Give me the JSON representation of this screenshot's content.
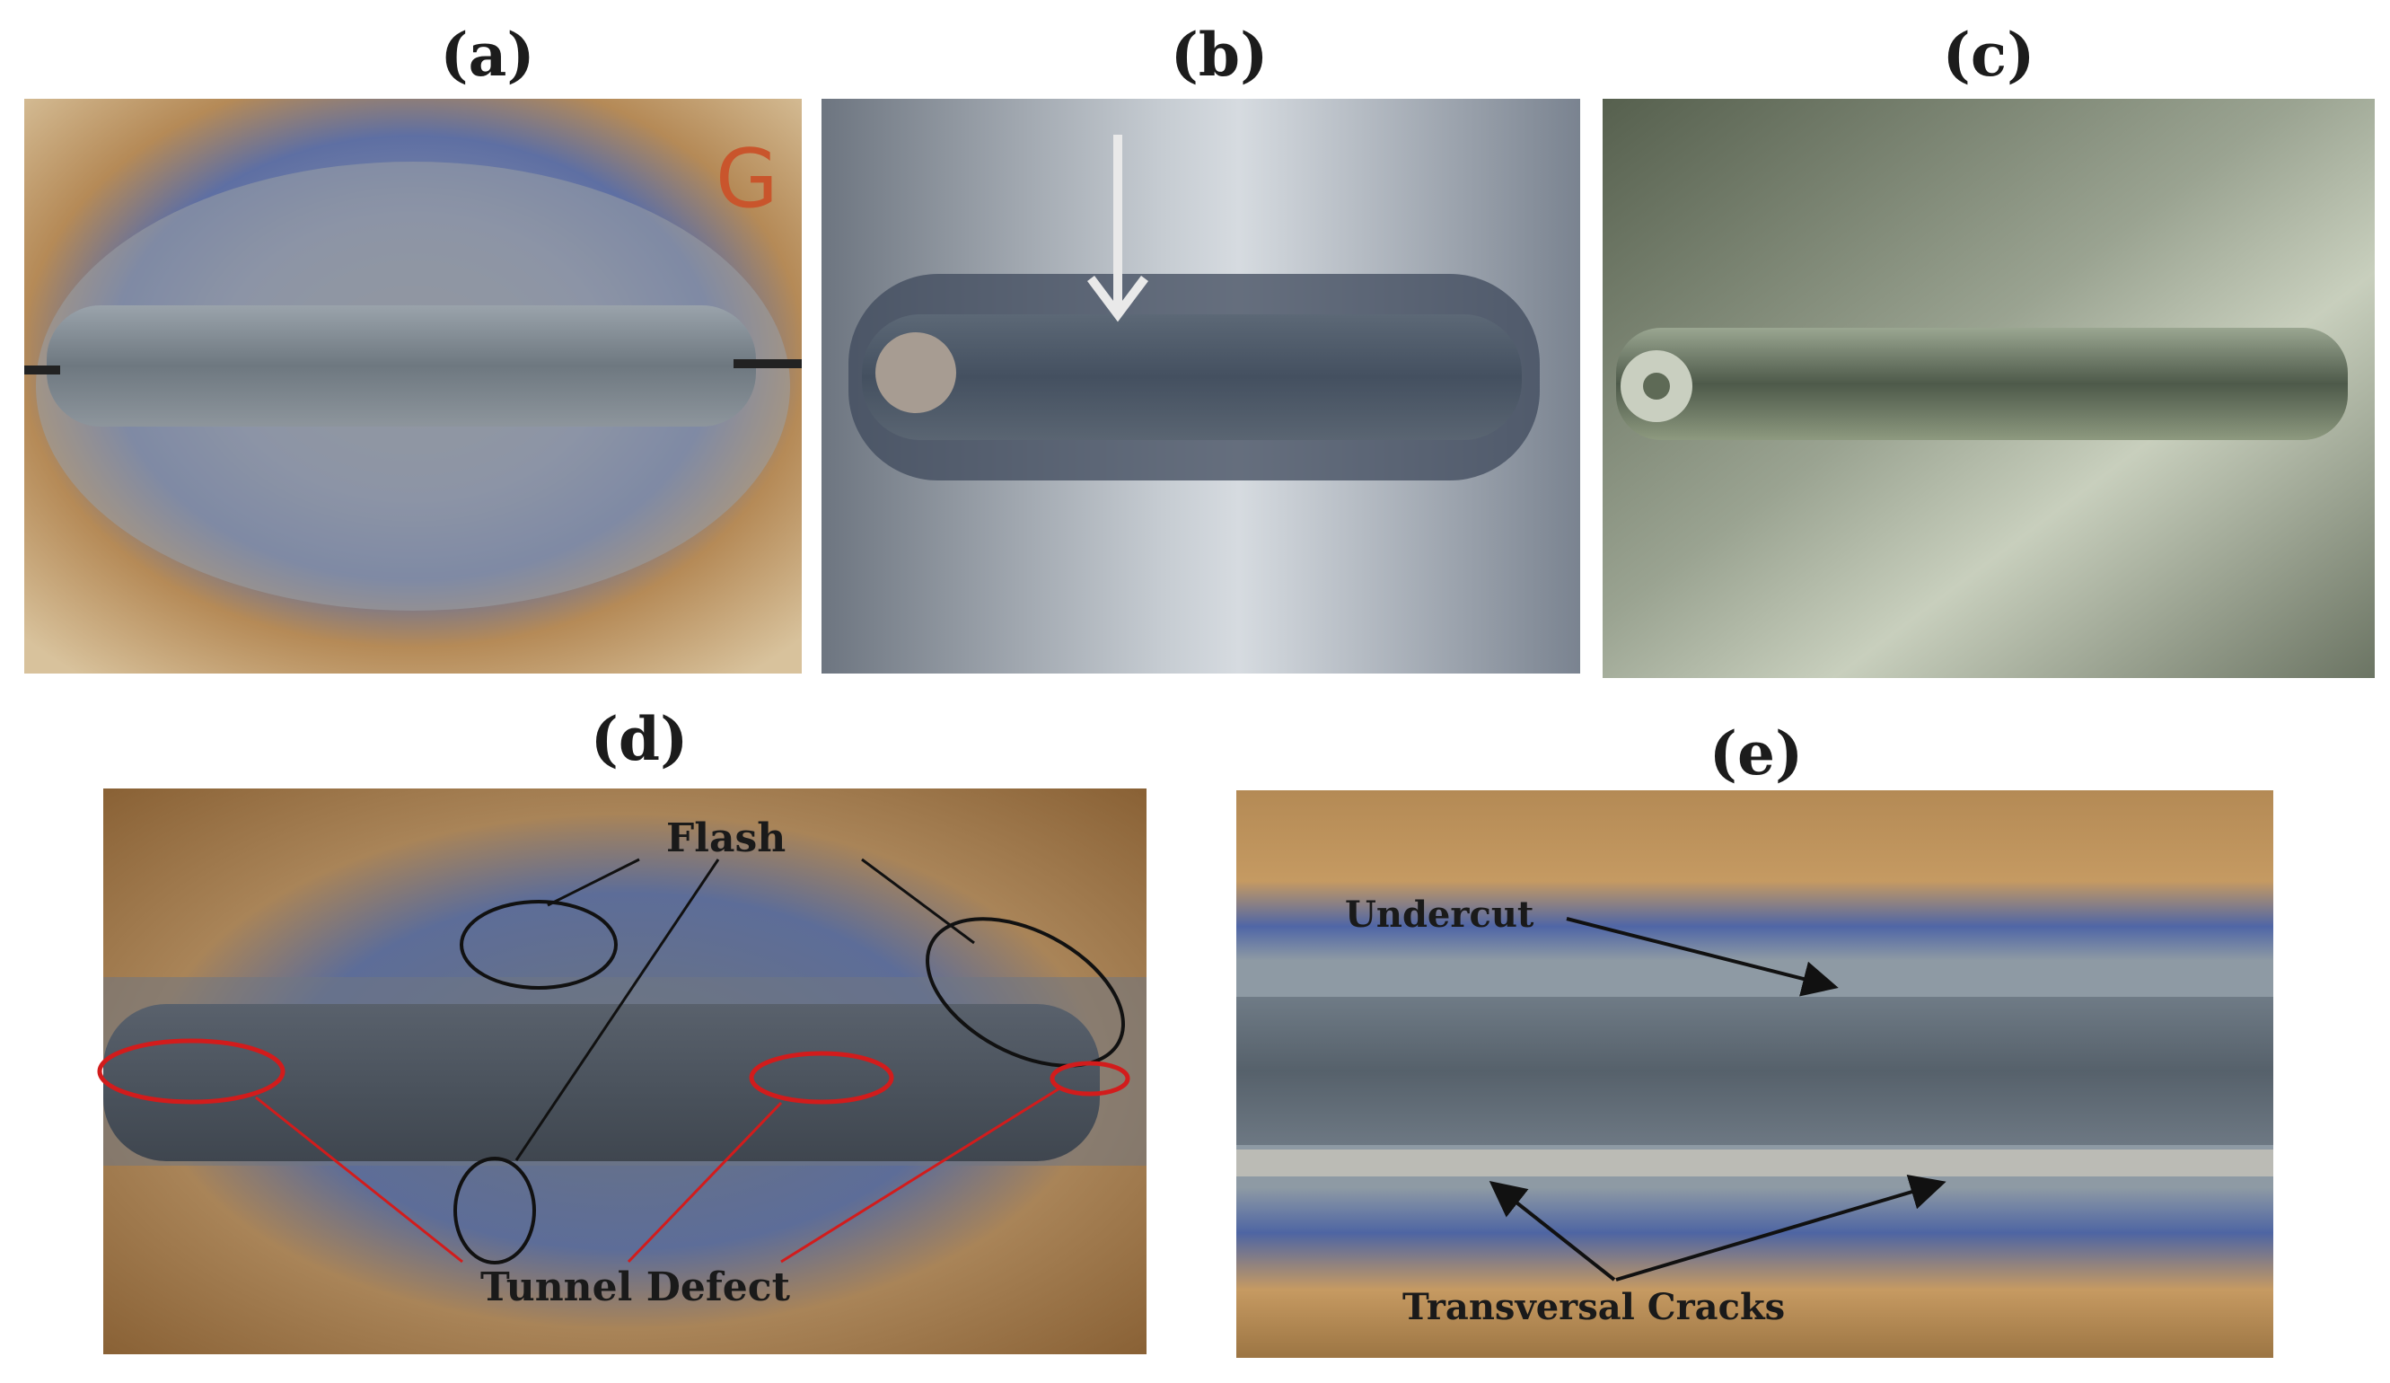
{
  "panels": {
    "a": {
      "label": "(a)"
    },
    "b": {
      "label": "(b)"
    },
    "c": {
      "label": "(c)"
    },
    "d": {
      "label": "(d)"
    },
    "e": {
      "label": "(e)"
    }
  },
  "annotations": {
    "flash": "Flash",
    "tunnel_defect": "Tunnel Defect",
    "undercut": "Undercut",
    "transversal_cracks": "Transversal Cracks"
  },
  "colors": {
    "defect_marker": "#d21c1c",
    "flash_marker": "#111111"
  }
}
